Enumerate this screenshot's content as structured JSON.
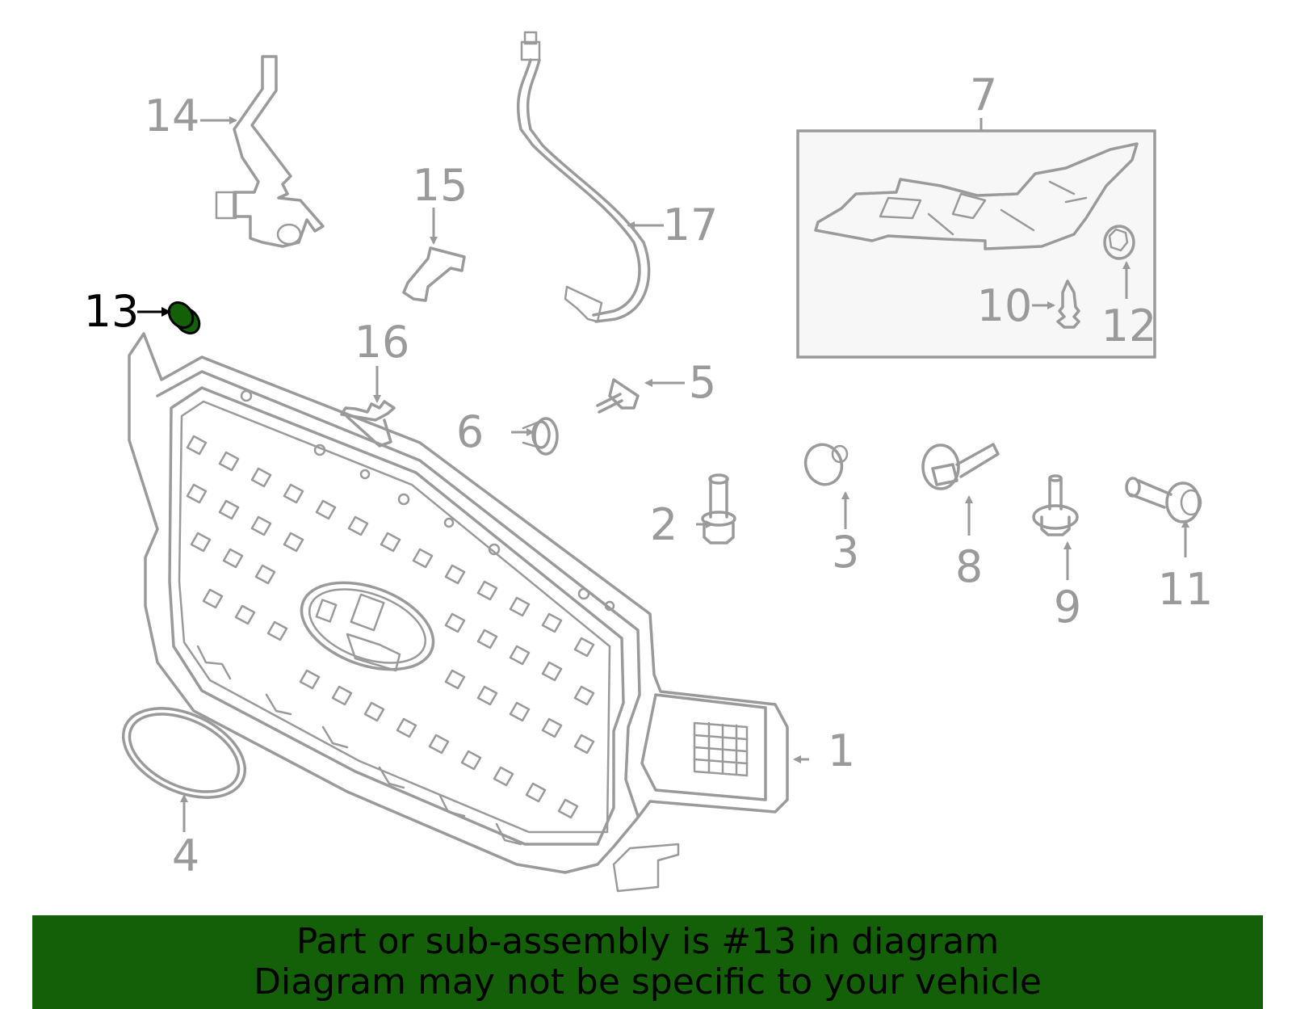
{
  "diagram": {
    "highlight_color": "#136008",
    "callouts": {
      "c1": "1",
      "c2": "2",
      "c3": "3",
      "c4": "4",
      "c5": "5",
      "c6": "6",
      "c7": "7",
      "c8": "8",
      "c9": "9",
      "c10": "10",
      "c11": "11",
      "c12": "12",
      "c13": "13",
      "c14": "14",
      "c15": "15",
      "c16": "16",
      "c17": "17"
    }
  },
  "banner": {
    "line1": "Part or sub-assembly is #13 in diagram",
    "line2": "Diagram may not be specific to your vehicle",
    "color": "#136008"
  }
}
